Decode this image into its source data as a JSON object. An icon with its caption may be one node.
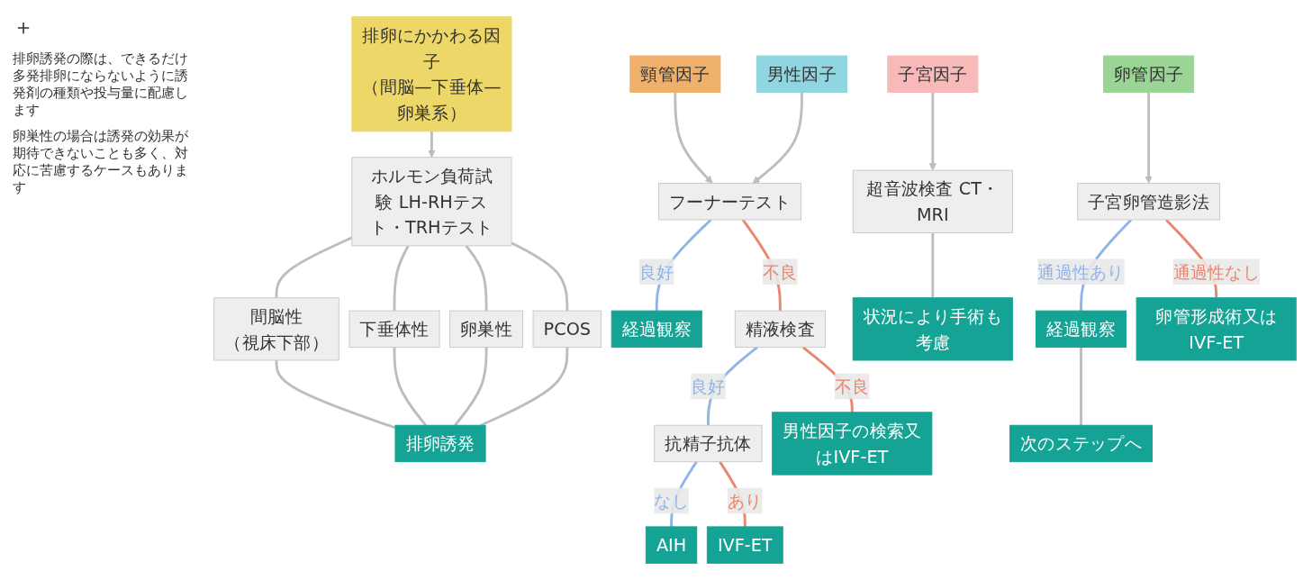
{
  "diagram": {
    "nodes": [
      {
        "text": [
          "排卵にかかわる因子",
          "（間脳—下垂体—卵巣系）"
        ]
      },
      {
        "text": [
          "ホルモン負荷試験 LH-RHテスト・TRHテスト"
        ]
      },
      {
        "text": [
          "間脳性",
          "（視床下部）"
        ]
      },
      {
        "text": [
          "下垂体性"
        ]
      },
      {
        "text": [
          "卵巣性"
        ]
      },
      {
        "text": [
          "PCOS"
        ]
      },
      {
        "text": [
          "排卵誘発"
        ]
      },
      {
        "text": [
          "頸管因子"
        ]
      },
      {
        "text": [
          "男性因子"
        ]
      },
      {
        "text": [
          "子宮因子"
        ]
      },
      {
        "text": [
          "卵管因子"
        ]
      },
      {
        "text": [
          "フーナーテスト"
        ]
      },
      {
        "text": [
          "超音波検査 CT・MRI"
        ]
      },
      {
        "text": [
          "子宮卵管造影法"
        ]
      },
      {
        "text": [
          "経過観察"
        ]
      },
      {
        "text": [
          "精液検査"
        ]
      },
      {
        "text": [
          "状況により手術も考慮"
        ]
      },
      {
        "text": [
          "抗精子抗体"
        ]
      },
      {
        "text": [
          "男性因子の検索又はIVF-ET"
        ]
      },
      {
        "text": [
          "AIH"
        ]
      },
      {
        "text": [
          "IVF-ET"
        ]
      },
      {
        "text": [
          "経過観察"
        ]
      },
      {
        "text": [
          "卵管形成術又はIVF-ET"
        ]
      },
      {
        "text": [
          "次のステップへ"
        ]
      }
    ],
    "edges": [
      {
        "from": 0,
        "to": 1,
        "arrow": "to"
      },
      {
        "from": 1,
        "to": 2,
        "arrow": "none"
      },
      {
        "from": 1,
        "to": 3,
        "arrow": "none"
      },
      {
        "from": 1,
        "to": 4,
        "arrow": "none"
      },
      {
        "from": 1,
        "to": 5,
        "arrow": "none"
      },
      {
        "from": 2,
        "to": 6,
        "arrow": "none"
      },
      {
        "from": 3,
        "to": 6,
        "arrow": "none"
      },
      {
        "from": 4,
        "to": 6,
        "arrow": "none"
      },
      {
        "from": 5,
        "to": 6,
        "arrow": "none"
      },
      {
        "from": 7,
        "to": 11,
        "arrow": "to"
      },
      {
        "from": 8,
        "to": 11,
        "arrow": "to"
      },
      {
        "from": 9,
        "to": 12,
        "arrow": "to"
      },
      {
        "from": 10,
        "to": 13,
        "arrow": "to"
      },
      {
        "from": 11,
        "to": 14,
        "arrow": "none",
        "label": "良好",
        "color": "#8fb4e8"
      },
      {
        "from": 11,
        "to": 15,
        "arrow": "none",
        "label": "不良",
        "color": "#e8866e"
      },
      {
        "from": 12,
        "to": 16,
        "arrow": "none"
      },
      {
        "from": 13,
        "to": 22,
        "arrow": "none",
        "label": "通過性なし",
        "color": "#e8866e"
      },
      {
        "from": 13,
        "to": 21,
        "arrow": "none",
        "label": "通過性あり",
        "color": "#8fb4e8"
      },
      {
        "from": 15,
        "to": 17,
        "arrow": "none",
        "label": "良好",
        "color": "#8fb4e8"
      },
      {
        "from": 15,
        "to": 18,
        "arrow": "none",
        "label": "不良",
        "color": "#e8866e"
      },
      {
        "from": 17,
        "to": 19,
        "arrow": "none",
        "label": "なし",
        "color": "#8fb4e8"
      },
      {
        "from": 17,
        "to": 20,
        "arrow": "none",
        "label": "あり",
        "color": "#e8866e"
      },
      {
        "from": 21,
        "to": 23,
        "arrow": "none"
      }
    ],
    "labels": [
      "＋",
      "排卵誘発の際は、できるだけ多発排卵にならないように誘発剤の種類や投与量に配慮します",
      "卵巣性の場合は誘発の効果が期待できないことも多く、対応に苦慮するケースもあります"
    ]
  }
}
